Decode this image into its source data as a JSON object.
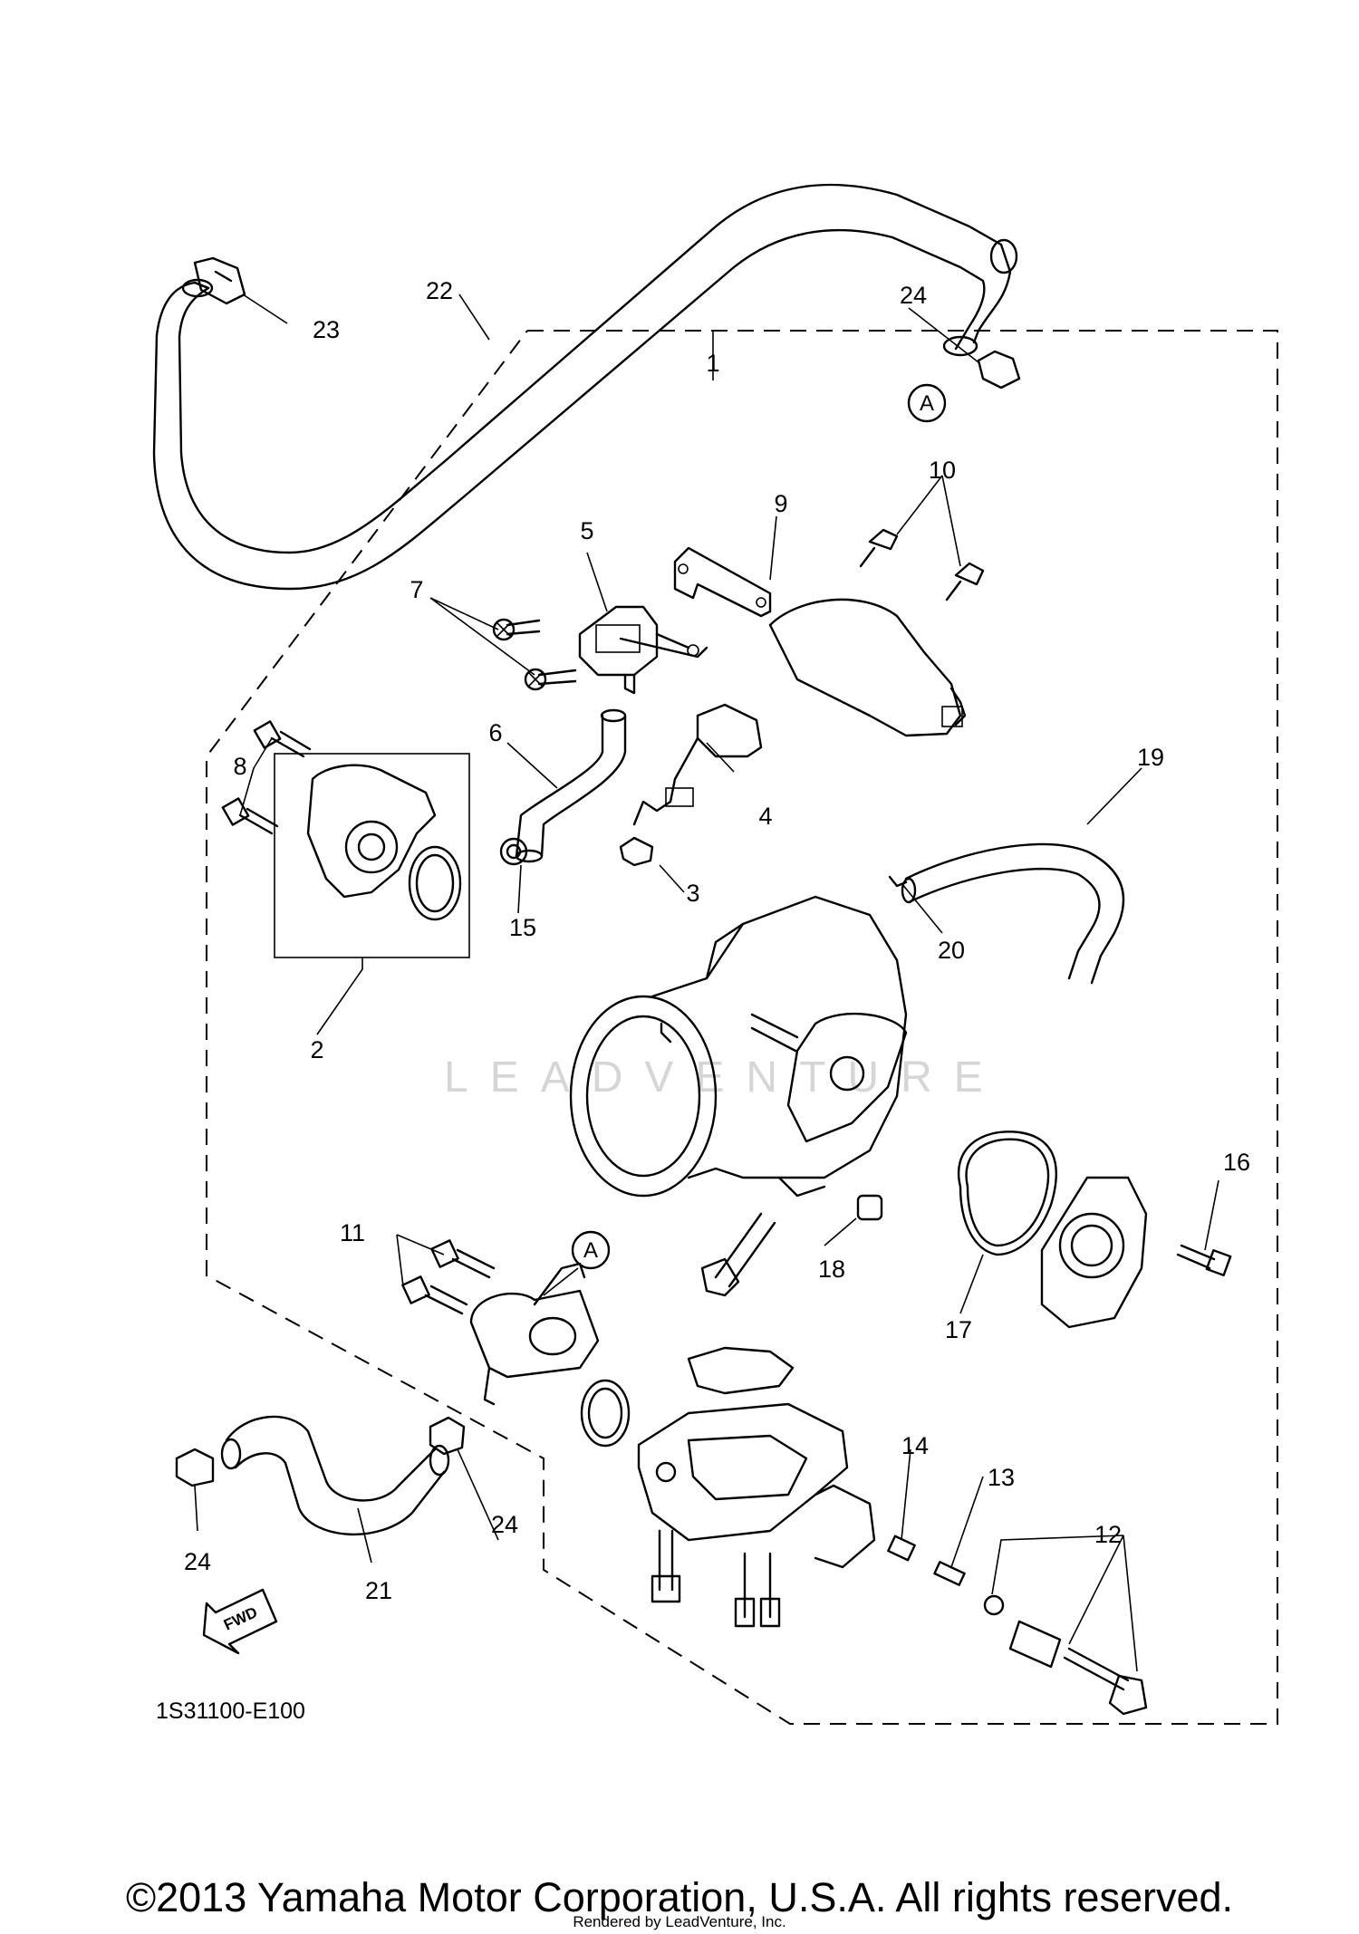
{
  "diagram": {
    "callouts": [
      "1",
      "2",
      "3",
      "4",
      "5",
      "6",
      "7",
      "8",
      "9",
      "10",
      "11",
      "12",
      "13",
      "14",
      "15",
      "16",
      "17",
      "18",
      "19",
      "20",
      "21",
      "22",
      "23",
      "24"
    ],
    "reference_marker": "A",
    "watermark": "LEADVENTURE",
    "fwd_label": "FWD",
    "diagram_code": "1S31100-E100"
  },
  "footer": {
    "copyright": "©2013 Yamaha Motor Corporation, U.S.A. All rights reserved.",
    "rendered_by": "Rendered by LeadVenture, Inc."
  }
}
